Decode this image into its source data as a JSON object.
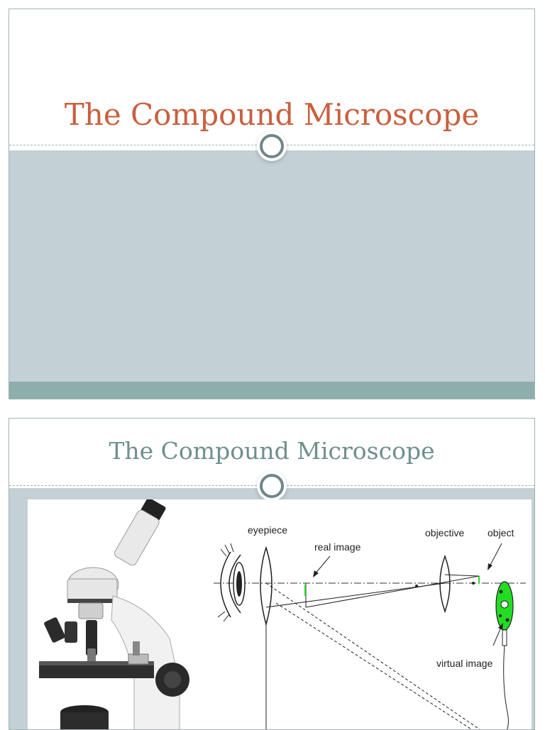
{
  "slide1": {
    "title": "The Compound Microscope"
  },
  "slide2": {
    "title": "The Compound Microscope",
    "diagram_labels": {
      "eyepiece": "eyepiece",
      "real_image": "real image",
      "objective": "objective",
      "object": "object",
      "virtual_image": "virtual image"
    }
  },
  "colors": {
    "title1": "#c8603e",
    "title2": "#6f8f8d",
    "band": "#c3d0d5",
    "footer": "#8eaeab",
    "virtual_image": "#22dd22"
  },
  "icons": [
    "circle-icon",
    "microscope-illustration",
    "eye-icon",
    "lens-icon"
  ]
}
